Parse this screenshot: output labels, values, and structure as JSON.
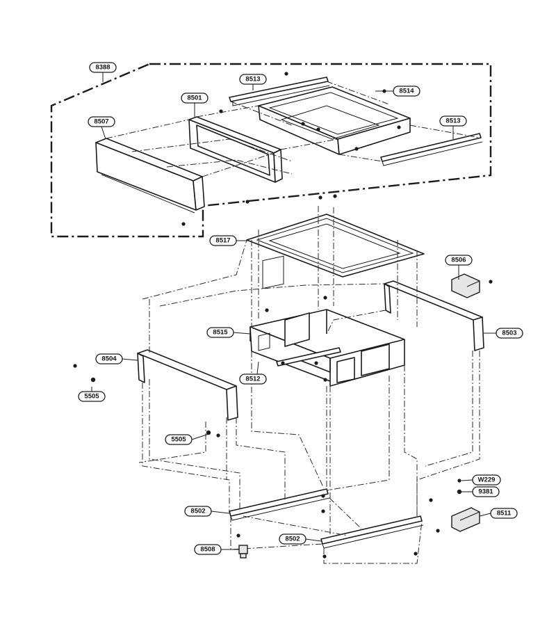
{
  "diagram": {
    "callouts": [
      {
        "id": "c-8388",
        "label": "8388"
      },
      {
        "id": "c-8513-top",
        "label": "8513"
      },
      {
        "id": "c-8501",
        "label": "8501"
      },
      {
        "id": "c-8514",
        "label": "8514"
      },
      {
        "id": "c-8507",
        "label": "8507"
      },
      {
        "id": "c-8513-right",
        "label": "8513"
      },
      {
        "id": "c-8517",
        "label": "8517"
      },
      {
        "id": "c-8506",
        "label": "8506"
      },
      {
        "id": "c-8515",
        "label": "8515"
      },
      {
        "id": "c-8503",
        "label": "8503"
      },
      {
        "id": "c-8504",
        "label": "8504"
      },
      {
        "id": "c-8512",
        "label": "8512"
      },
      {
        "id": "c-5505-left",
        "label": "5505"
      },
      {
        "id": "c-5505-mid",
        "label": "5505"
      },
      {
        "id": "c-w229",
        "label": "W229"
      },
      {
        "id": "c-9381",
        "label": "9381"
      },
      {
        "id": "c-8502-left",
        "label": "8502"
      },
      {
        "id": "c-8511",
        "label": "8511"
      },
      {
        "id": "c-8502-right",
        "label": "8502"
      },
      {
        "id": "c-8508",
        "label": "8508"
      }
    ]
  }
}
